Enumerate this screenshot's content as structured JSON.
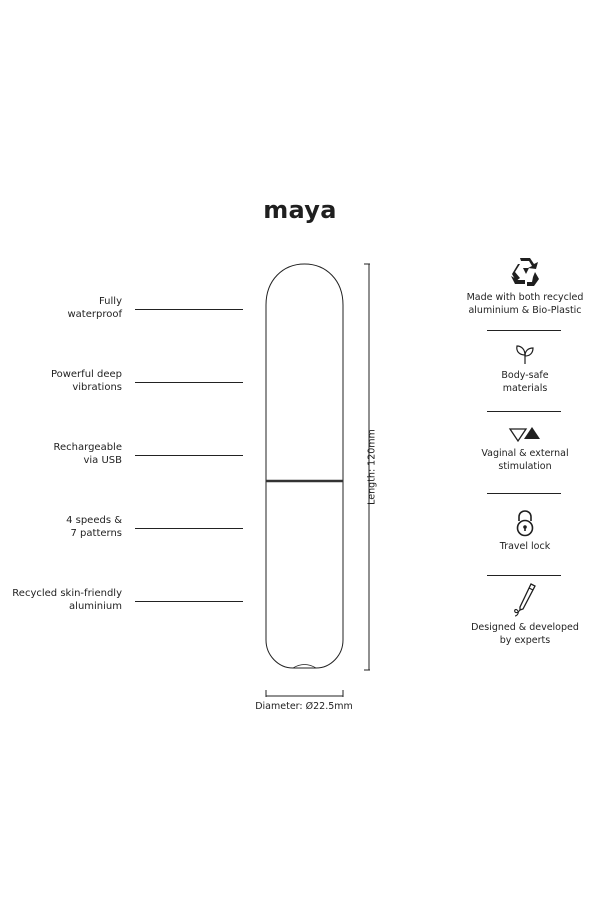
{
  "title": "maya",
  "features": [
    {
      "label": "Fully\nwaterproof"
    },
    {
      "label": "Powerful deep\nvibrations"
    },
    {
      "label": "Rechargeable\nvia USB"
    },
    {
      "label": "4 speeds &\n7 patterns"
    },
    {
      "label": "Recycled skin-friendly\naluminium"
    }
  ],
  "dimensions": {
    "length": "Length: 120mm",
    "diameter": "Diameter: Ø22.5mm"
  },
  "benefits": [
    {
      "text": "Made with both recycled\naluminium & Bio-Plastic",
      "icon": "recycle-icon"
    },
    {
      "text": "Body-safe\nmaterials",
      "icon": "leaf-icon"
    },
    {
      "text": "Vaginal & external\nstimulation",
      "icon": "triangles-icon"
    },
    {
      "text": "Travel lock",
      "icon": "padlock-icon"
    },
    {
      "text": "Designed & developed\nby experts",
      "icon": "pen-icon"
    }
  ]
}
